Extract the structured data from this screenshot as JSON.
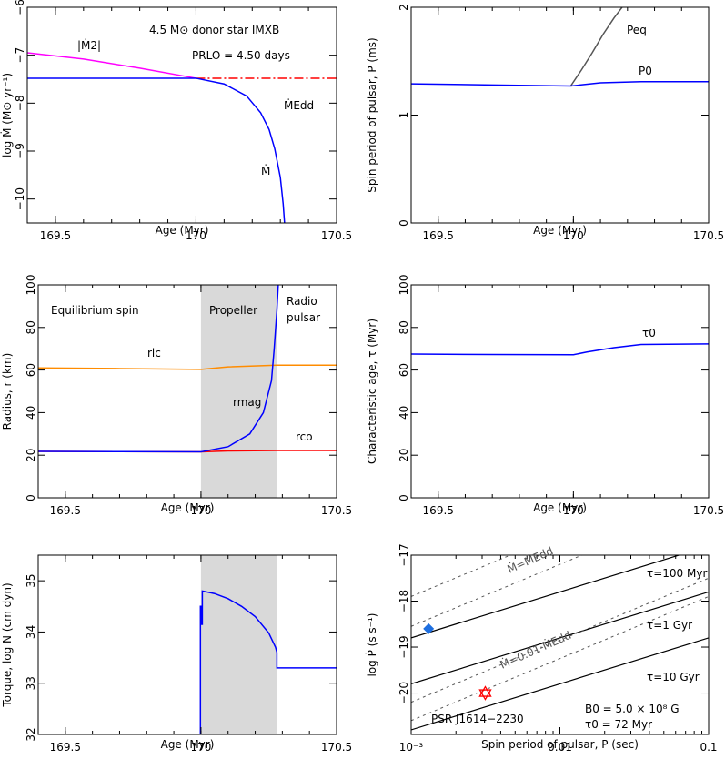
{
  "chart_data": [
    {
      "id": "mdot",
      "type": "line",
      "xlabel": "Age  (Myr)",
      "ylabel": "log Ṁ  (M⊙ yr⁻¹)",
      "xlim": [
        169.4,
        170.5
      ],
      "ylim": [
        -10.5,
        -6
      ],
      "xticks": [
        169.5,
        170,
        170.5
      ],
      "xtick_labels": [
        "169.5",
        "170",
        "170.5"
      ],
      "yticks": [
        -10,
        -9,
        -8,
        -7,
        -6
      ],
      "ytick_labels": [
        "−10",
        "−9",
        "−8",
        "−7",
        "−6"
      ],
      "series": [
        {
          "name": "|Ṁ2|",
          "color": "#ff00ff",
          "x": [
            169.4,
            169.6,
            169.8,
            170.0
          ],
          "y": [
            -6.95,
            -7.08,
            -7.27,
            -7.48
          ]
        },
        {
          "name": "ṀEdd",
          "color": "#ff0000",
          "dash": true,
          "x": [
            170.0,
            170.5
          ],
          "y": [
            -7.48,
            -7.48
          ]
        },
        {
          "name": "Ṁ",
          "color": "#0000ff",
          "x": [
            169.4,
            169.7,
            170.0,
            170.1,
            170.18,
            170.23,
            170.26,
            170.28,
            170.3,
            170.31,
            170.315
          ],
          "y": [
            -7.48,
            -7.48,
            -7.48,
            -7.6,
            -7.85,
            -8.2,
            -8.55,
            -8.95,
            -9.55,
            -10.1,
            -10.5
          ]
        }
      ],
      "annotations": {
        "title1": "4.5 M⊙ donor star   IMXB",
        "title2": "PRLO = 4.50 days",
        "label_m2": "|Ṁ2|",
        "label_medd": "ṀEdd",
        "label_m": "Ṁ"
      }
    },
    {
      "id": "spin",
      "type": "line",
      "xlabel": "Age  (Myr)",
      "ylabel": "Spin period of pulsar,  P   (ms)",
      "xlim": [
        169.4,
        170.5
      ],
      "ylim": [
        0,
        2
      ],
      "xticks": [
        169.5,
        170,
        170.5
      ],
      "xtick_labels": [
        "169.5",
        "170",
        "170.5"
      ],
      "yticks": [
        0,
        1,
        2
      ],
      "ytick_labels": [
        "0",
        "1",
        "2"
      ],
      "series": [
        {
          "name": "Peq",
          "color": "#555555",
          "x": [
            169.99,
            170.03,
            170.07,
            170.11,
            170.15,
            170.18
          ],
          "y": [
            1.27,
            1.42,
            1.58,
            1.75,
            1.9,
            2.0
          ]
        },
        {
          "name": "P0",
          "color": "#0000ff",
          "x": [
            169.4,
            169.7,
            169.99,
            170.1,
            170.25,
            170.5
          ],
          "y": [
            1.29,
            1.28,
            1.27,
            1.3,
            1.31,
            1.31
          ]
        }
      ],
      "annotations": {
        "label_peq": "Peq",
        "label_p0": "P0"
      }
    },
    {
      "id": "radius",
      "type": "line",
      "xlabel": "Age  (Myr)",
      "ylabel": "Radius,  r   (km)",
      "xlim": [
        169.4,
        170.5
      ],
      "ylim": [
        0,
        100
      ],
      "xticks": [
        169.5,
        170,
        170.5
      ],
      "xtick_labels": [
        "169.5",
        "170",
        "170.5"
      ],
      "yticks": [
        0,
        20,
        40,
        60,
        80,
        100
      ],
      "ytick_labels": [
        "0",
        "20",
        "40",
        "60",
        "80",
        "100"
      ],
      "shade": [
        170.0,
        170.28
      ],
      "series": [
        {
          "name": "rlc",
          "color": "#ff8c00",
          "x": [
            169.4,
            169.7,
            170.0,
            170.1,
            170.28,
            170.5
          ],
          "y": [
            61,
            60.7,
            60.3,
            61.5,
            62.3,
            62.3
          ]
        },
        {
          "name": "rco",
          "color": "#ff0000",
          "x": [
            169.4,
            169.7,
            170.0,
            170.1,
            170.28,
            170.5
          ],
          "y": [
            21.8,
            21.7,
            21.6,
            22,
            22.2,
            22.2
          ]
        },
        {
          "name": "rmag",
          "color": "#0000ff",
          "x": [
            169.4,
            169.7,
            170.0,
            170.1,
            170.18,
            170.23,
            170.26,
            170.27,
            170.28,
            170.285
          ],
          "y": [
            21.8,
            21.7,
            21.6,
            24,
            30,
            40,
            55,
            70,
            88,
            100
          ]
        }
      ],
      "annotations": {
        "region1": "Equilibrium spin",
        "region2": "Propeller",
        "region3a": "Radio",
        "region3b": "pulsar",
        "label_rlc": "rlc",
        "label_rmag": "rmag",
        "label_rco": "rco"
      }
    },
    {
      "id": "charage",
      "type": "line",
      "xlabel": "Age  (Myr)",
      "ylabel": "Characteristic age,  τ   (Myr)",
      "xlim": [
        169.4,
        170.5
      ],
      "ylim": [
        0,
        100
      ],
      "xticks": [
        169.5,
        170,
        170.5
      ],
      "xtick_labels": [
        "169.5",
        "170",
        "170.5"
      ],
      "yticks": [
        0,
        20,
        40,
        60,
        80,
        100
      ],
      "ytick_labels": [
        "0",
        "20",
        "40",
        "60",
        "80",
        "100"
      ],
      "series": [
        {
          "name": "τ0",
          "color": "#0000ff",
          "x": [
            169.4,
            169.7,
            170.0,
            170.05,
            170.15,
            170.25,
            170.5
          ],
          "y": [
            67.5,
            67.3,
            67.2,
            68.5,
            70.5,
            72,
            72.3
          ]
        }
      ],
      "annotations": {
        "label_tau": "τ0"
      }
    },
    {
      "id": "torque",
      "type": "line",
      "xlabel": "Age  (Myr)",
      "ylabel": "Torque,  log N   (cm dyn)",
      "xlim": [
        169.4,
        170.5
      ],
      "ylim": [
        32,
        35.5
      ],
      "xticks": [
        169.5,
        170,
        170.5
      ],
      "xtick_labels": [
        "169.5",
        "170",
        "170.5"
      ],
      "yticks": [
        32,
        33,
        34,
        35
      ],
      "ytick_labels": [
        "32",
        "33",
        "34",
        "35"
      ],
      "shade": [
        170.0,
        170.28
      ],
      "series": [
        {
          "name": "N",
          "color": "#0000ff",
          "x": [
            169.998,
            169.998,
            170.0,
            170.003,
            170.003,
            170.005,
            170.005,
            170.05,
            170.1,
            170.15,
            170.2,
            170.25,
            170.275,
            170.28,
            170.28,
            170.5
          ],
          "y": [
            32,
            34.5,
            34.5,
            34.5,
            34.15,
            34.15,
            34.8,
            34.75,
            34.65,
            34.5,
            34.3,
            33.98,
            33.7,
            33.6,
            33.3,
            33.3
          ]
        }
      ],
      "annotations": {}
    },
    {
      "id": "ppdot",
      "type": "scatter",
      "xlabel": "Spin period of pulsar,  P   (sec)",
      "ylabel": "log Ṗ   (s s⁻¹)",
      "xscale": "log",
      "xlim": [
        0.001,
        0.1
      ],
      "ylim": [
        -20.9,
        -17
      ],
      "xticks": [
        0.001,
        0.01,
        0.1
      ],
      "xtick_labels": [
        "10⁻³",
        "0.01",
        "0.1"
      ],
      "yticks": [
        -20,
        -19,
        -18,
        -17
      ],
      "ytick_labels": [
        "−20",
        "−19",
        "−18",
        "−17"
      ],
      "lines": [
        {
          "name": "τ=100 Myr",
          "style": "solid",
          "x": [
            0.001,
            0.1
          ],
          "y": [
            -18.8,
            -16.8
          ]
        },
        {
          "name": "τ=1 Gyr",
          "style": "solid",
          "x": [
            0.001,
            0.1
          ],
          "y": [
            -19.8,
            -17.8
          ]
        },
        {
          "name": "τ=10 Gyr",
          "style": "solid",
          "x": [
            0.001,
            0.1
          ],
          "y": [
            -20.8,
            -18.8
          ]
        },
        {
          "name": "Ṁ=ṀEdd",
          "style": "dotted",
          "x": [
            0.001,
            0.1
          ],
          "y": [
            -17.9,
            -15.2
          ]
        },
        {
          "name": "",
          "style": "dotted",
          "x": [
            0.001,
            0.1
          ],
          "y": [
            -18.55,
            -15.85
          ]
        },
        {
          "name": "Ṁ=0.01·ṀEdd",
          "style": "dotted",
          "x": [
            0.001,
            0.1
          ],
          "y": [
            -20.2,
            -17.5
          ]
        },
        {
          "name": "",
          "style": "dotted",
          "x": [
            0.001,
            0.1
          ],
          "y": [
            -20.6,
            -17.9
          ]
        }
      ],
      "points": [
        {
          "name": "diamond",
          "color": "#1e6fe0",
          "x": 0.00131,
          "y": -18.6
        },
        {
          "name": "PSR J1614−2230",
          "color": "#ff0000",
          "x": 0.00315,
          "y": -20.0
        }
      ],
      "annotations": {
        "label_tau100": "τ=100 Myr",
        "label_tau1": "τ=1 Gyr",
        "label_tau10": "τ=10 Gyr",
        "label_medd": "Ṁ=ṀEdd",
        "label_m001": "Ṁ=0.01·ṀEdd",
        "label_psr": "PSR J1614−2230",
        "b0": "B0 = 5.0 × 10⁸ G",
        "tau0": "τ0 = 72 Myr"
      }
    }
  ]
}
